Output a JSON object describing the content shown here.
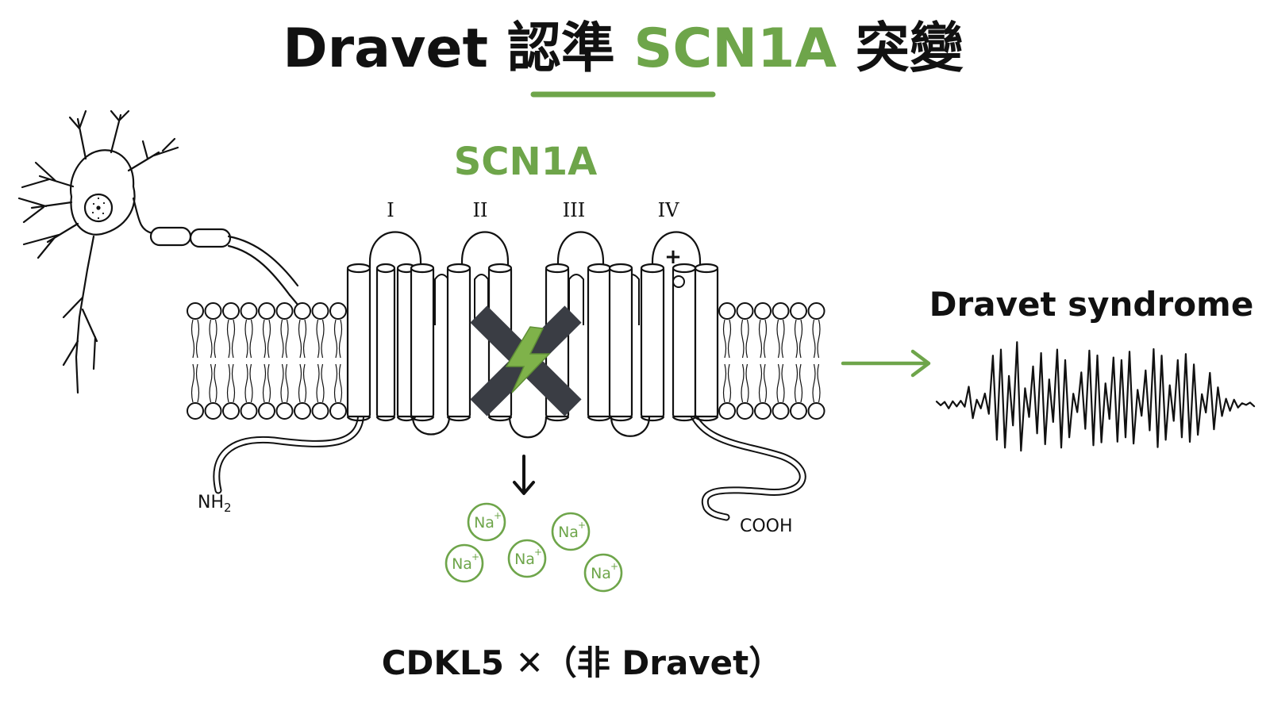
{
  "title": {
    "part1": "Dravet 認準 ",
    "highlight": "SCN1A",
    "part2": " 突變"
  },
  "channel": {
    "name": "SCN1A",
    "domains": [
      "I",
      "II",
      "III",
      "IV"
    ],
    "voltage_sensor_symbol": "+",
    "n_terminus": "NH",
    "n_terminus_sub": "2",
    "c_terminus": "COOH"
  },
  "ions": {
    "label": "Na",
    "charge": "+",
    "count": 5
  },
  "outcome": {
    "label": "Dravet syndrome"
  },
  "footer": {
    "label": "CDKL5 ✕（非 Dravet）"
  },
  "icons": {
    "neuron": "neuron-icon",
    "block": "blocked-x-icon",
    "bolt": "lightning-icon",
    "arrow_down": "arrow-down-icon",
    "arrow_right": "arrow-right-icon",
    "eeg": "eeg-wave-icon"
  },
  "colors": {
    "accent_green": "#6ea54a",
    "ink": "#111111",
    "block_dark": "#3a3d44"
  }
}
